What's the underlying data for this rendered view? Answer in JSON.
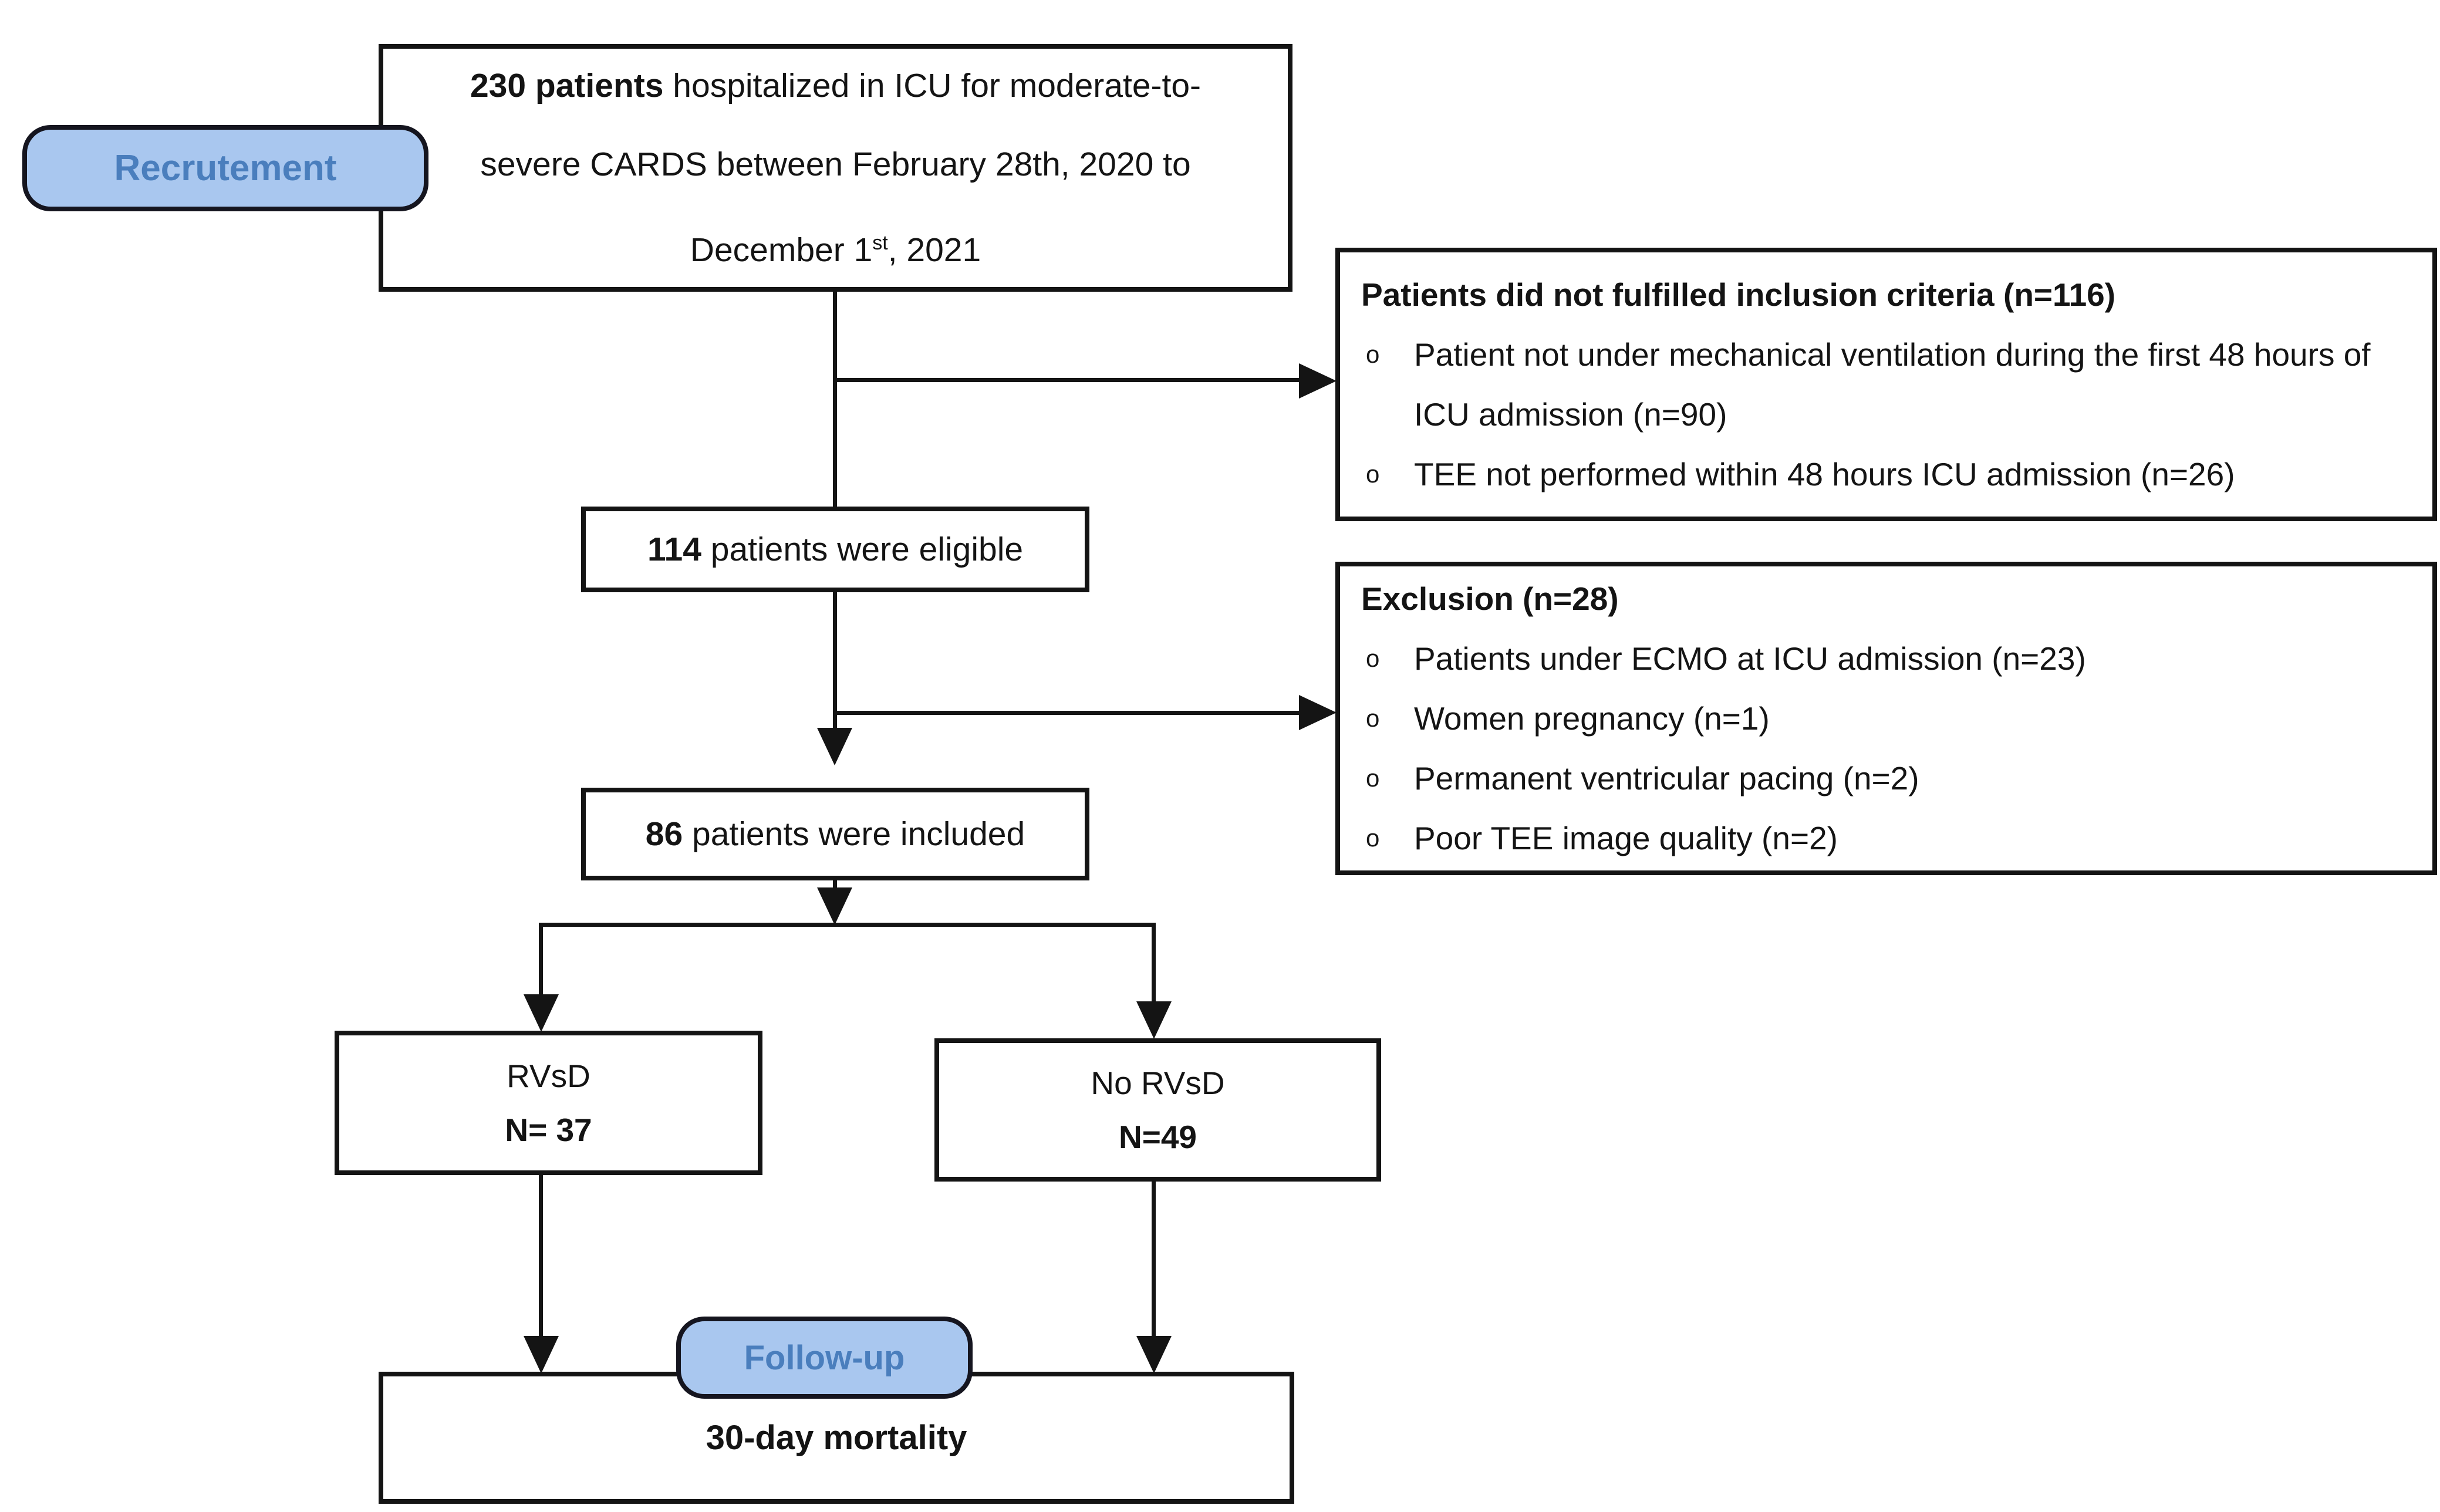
{
  "palette": {
    "label_fill": "#a9c7ef",
    "label_border": "#15151f",
    "label_text": "#4a7ebd",
    "line_color": "#141414",
    "box_bg": "#ffffff",
    "page_bg": "#ffffff"
  },
  "icons": {
    "bullet": "o"
  },
  "stages": {
    "recruitment": "Recrutement",
    "followup": "Follow-up"
  },
  "boxes": {
    "recruited": {
      "bold": "230 patients",
      "line1_rest": " hospitalized in ICU for moderate-to-",
      "line2": "severe CARDS between February 28th, 2020 to",
      "line3_pre": "December 1",
      "line3_sup": "st",
      "line3_post": ", 2021"
    },
    "not_fulfilled": {
      "title": "Patients did not fulfilled inclusion criteria (n=116)",
      "items": [
        "Patient not under mechanical ventilation during the first 48 hours of ICU admission (n=90)",
        "TEE not performed within 48 hours ICU admission (n=26)"
      ]
    },
    "eligible": {
      "bold": "114",
      "rest": " patients were eligible"
    },
    "exclusion": {
      "title": "Exclusion (n=28)",
      "items": [
        "Patients under ECMO at ICU admission (n=23)",
        "Women pregnancy (n=1)",
        "Permanent ventricular pacing (n=2)",
        "Poor TEE image quality (n=2)"
      ]
    },
    "included": {
      "bold": "86",
      "rest": " patients were included"
    },
    "rvsd": {
      "line1": "RVsD",
      "line2": "N= 37"
    },
    "no_rvsd": {
      "line1": "No RVsD",
      "line2": "N=49"
    },
    "mortality": {
      "label": "30-day mortality"
    }
  }
}
